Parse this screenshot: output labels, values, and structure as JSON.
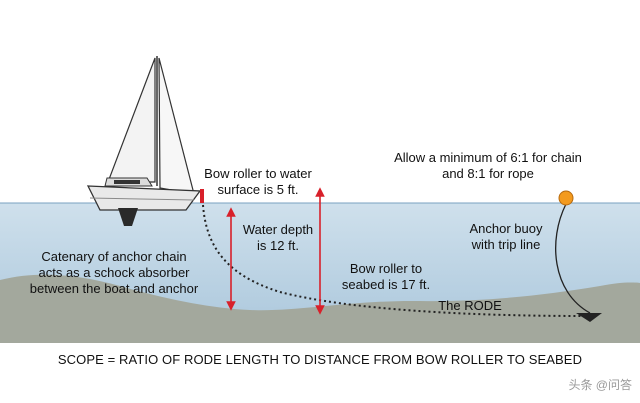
{
  "labels": {
    "bow_roller_water": "Bow roller to water\nsurface is 5 ft.",
    "allow_minimum": "Allow a minimum of 6:1 for chain\nand 8:1 for rope",
    "water_depth": "Water depth\nis 12 ft.",
    "anchor_buoy": "Anchor buoy\nwith trip line",
    "catenary": "Catenary of anchor chain\nacts as a schock absorber\nbetween the boat and anchor",
    "bow_roller_seabed": "Bow roller to\nseabed is 17 ft.",
    "rode": "The RODE"
  },
  "caption": "SCOPE = RATIO OF RODE LENGTH TO DISTANCE FROM BOW ROLLER TO SEABED",
  "watermark": "头条 @问答",
  "colors": {
    "water_top": "#cfe0ec",
    "water_bottom": "#a9c6db",
    "seabed": "#a3a89d",
    "arrow": "#d8202a",
    "buoy": "#f39a1e",
    "hull": "#e9e9e9",
    "rope": "#222222"
  }
}
